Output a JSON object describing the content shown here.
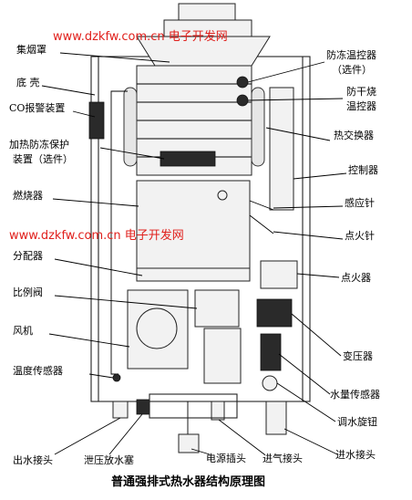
{
  "watermarks": [
    "www.dzkfw.com.cn   电子开发网",
    "www.dzkfw.com.cn   电子开发网"
  ],
  "caption": "普通强排式热水器结构原理图",
  "labels_left": {
    "exhaust_hood": "集烟罩",
    "bottom_shell": "底 壳",
    "co_alarm": "CO报警装置",
    "antifreeze_heater_1": "加热防冻保护",
    "antifreeze_heater_2": "装置（选件）",
    "burner": "燃烧器",
    "distributor": "分配器",
    "proportional_valve": "比例阀",
    "fan": "风机",
    "temp_sensor": "温度传感器"
  },
  "labels_right": {
    "antifreeze_thermostat_1": "防冻温控器",
    "antifreeze_thermostat_2": "（选件）",
    "dry_fire_thermostat_1": "防干烧",
    "dry_fire_thermostat_2": "温控器",
    "heat_exchanger": "热交换器",
    "controller": "控制器",
    "sensing_needle": "感应针",
    "ignition_needle": "点火针",
    "igniter": "点火器",
    "transformer": "变压器",
    "water_flow_sensor": "水量传感器",
    "adjust_knob": "调水旋钮",
    "water_inlet": "进水接头"
  },
  "labels_bottom": {
    "water_outlet": "出水接头",
    "drain_plug": "泄压放水塞",
    "power_plug": "电源插头",
    "gas_inlet": "进气接头"
  }
}
